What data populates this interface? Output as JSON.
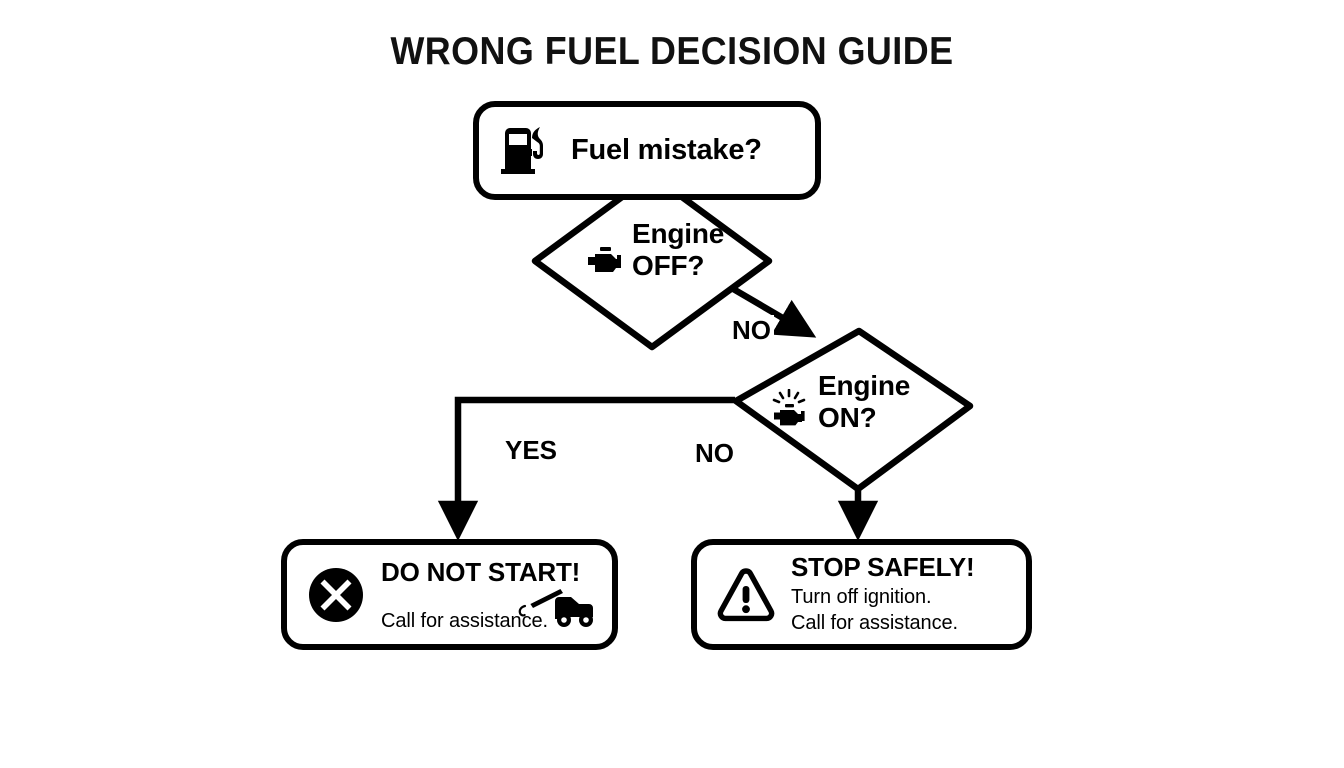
{
  "title": "WRONG FUEL DECISION GUIDE",
  "diagram": {
    "type": "flowchart",
    "nodes": [
      {
        "id": "start",
        "shape": "rounded-rect",
        "label": "Fuel mistake?",
        "icon": "fuel-pump-icon"
      },
      {
        "id": "engine-off",
        "shape": "diamond",
        "label_line1": "Engine",
        "label_line2": "OFF?",
        "icon": "engine-block-icon"
      },
      {
        "id": "engine-on",
        "shape": "diamond",
        "label_line1": "Engine",
        "label_line2": "ON?",
        "icon": "engine-running-icon"
      },
      {
        "id": "do-not-start",
        "shape": "rounded-rect",
        "heading": "DO NOT START!",
        "subtitle": "Call for assistance.",
        "icon": "circle-x-icon",
        "secondary_icon": "tow-truck-icon"
      },
      {
        "id": "stop-safely",
        "shape": "rounded-rect",
        "heading": "STOP SAFELY!",
        "subtitle_line1": "Turn off ignition.",
        "subtitle_line2": "Call for assistance.",
        "icon": "warning-triangle-icon"
      }
    ],
    "edges": [
      {
        "from": "start",
        "to": "engine-off",
        "label": ""
      },
      {
        "from": "engine-off",
        "to": "engine-on",
        "label": "NO"
      },
      {
        "from": "engine-on",
        "to": "do-not-start",
        "label": "YES"
      },
      {
        "from": "engine-on",
        "to": "stop-safely",
        "label": "NO"
      }
    ],
    "edge_labels": {
      "no_to_engine_on": "NO",
      "yes_to_do_not_start": "YES",
      "no_to_stop_safely": "NO"
    }
  },
  "colors": {
    "background": "#ffffff",
    "stroke": "#000000",
    "text": "#000000"
  }
}
